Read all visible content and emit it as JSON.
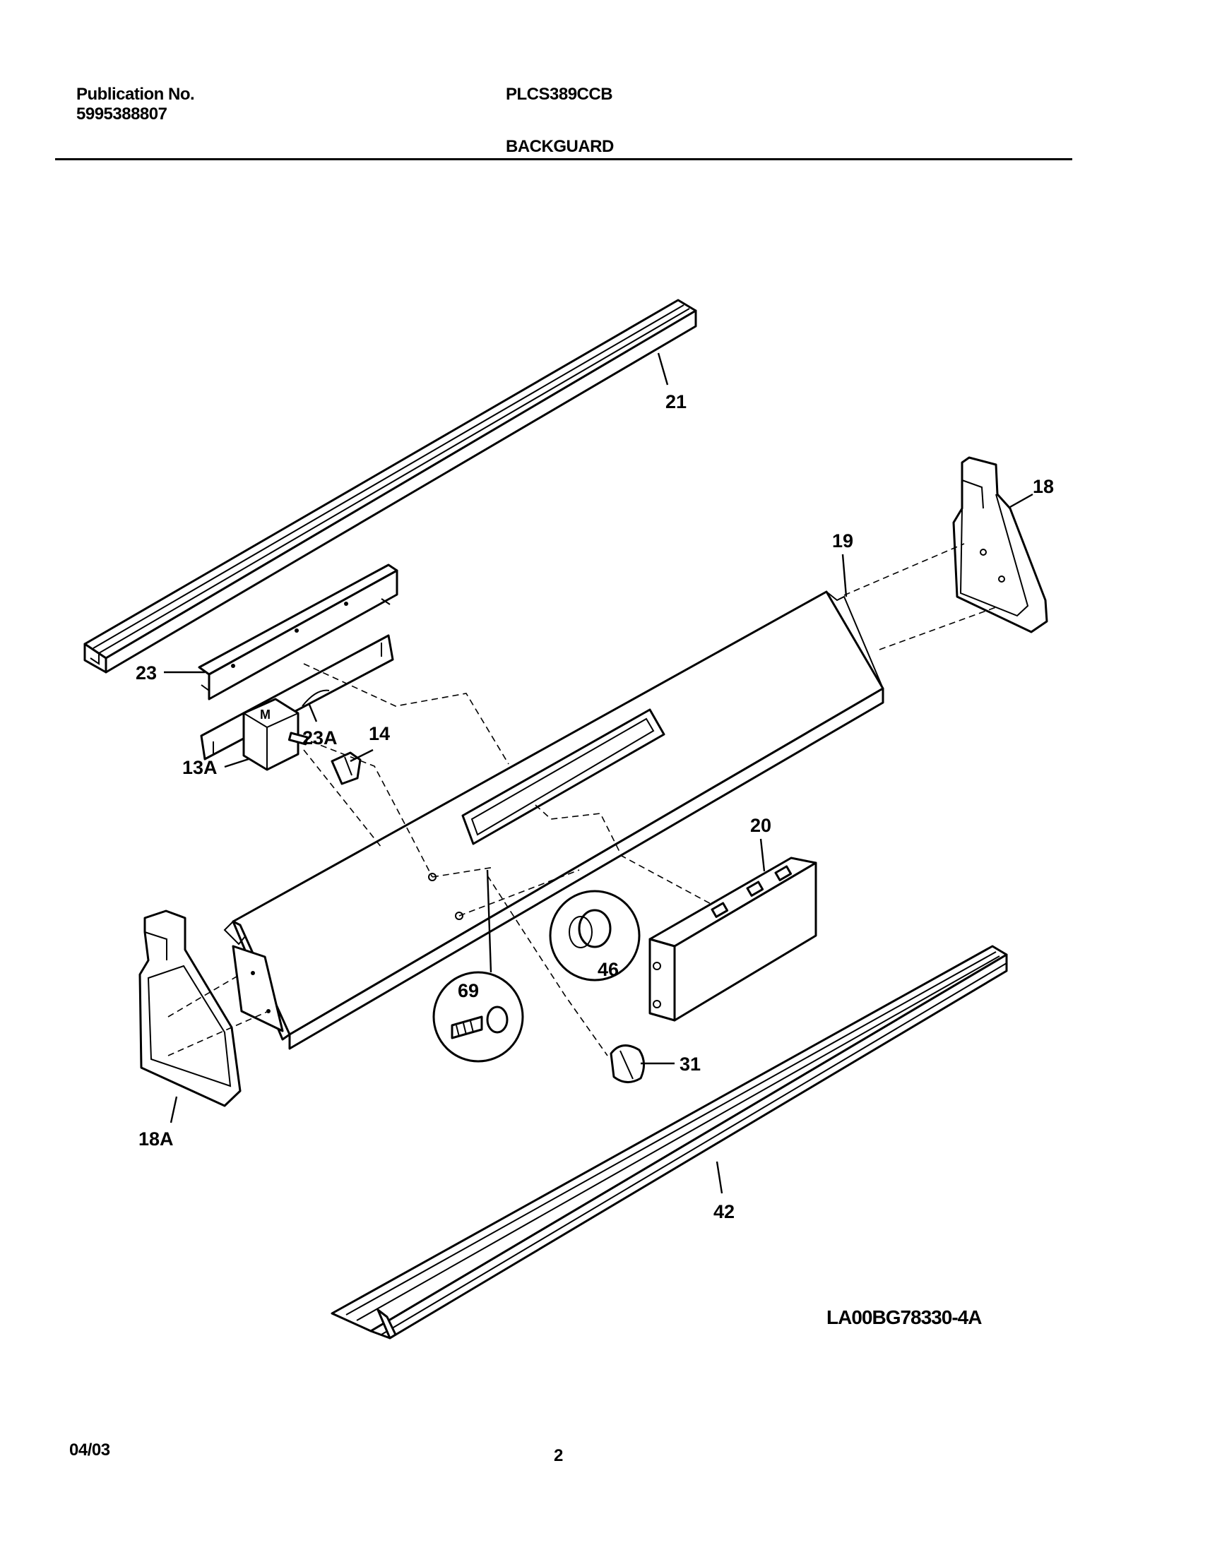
{
  "header": {
    "publication_label": "Publication No.",
    "publication_number": "5995388807",
    "model": "PLCS389CCB",
    "section_title": "BACKGUARD"
  },
  "callouts": {
    "p21": "21",
    "p18": "18",
    "p19": "19",
    "p23": "23",
    "p23a": "23A",
    "p14": "14",
    "p13a": "13A",
    "p20": "20",
    "p46": "46",
    "p69": "69",
    "p31": "31",
    "p18a": "18A",
    "p42": "42"
  },
  "drawing_code": "LA00BG78330-4A",
  "footer": {
    "date": "04/03",
    "page_number": "2"
  }
}
